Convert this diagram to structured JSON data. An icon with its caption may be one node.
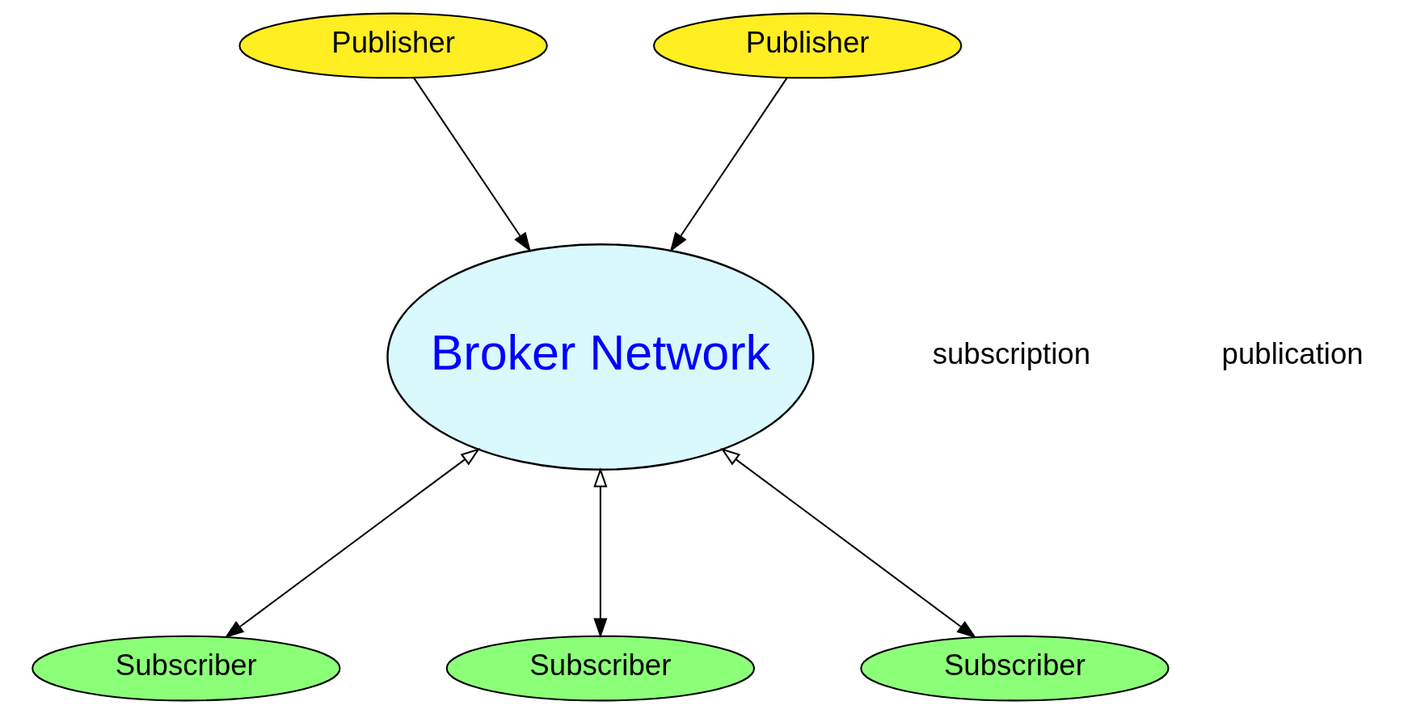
{
  "diagram": {
    "nodes": [
      {
        "text": [
          "Publisher"
        ]
      },
      {
        "text": [
          "Publisher"
        ]
      },
      {
        "text": [
          "Broker Network"
        ]
      },
      {
        "text": [
          "Subscriber"
        ]
      },
      {
        "text": [
          "Subscriber"
        ]
      },
      {
        "text": [
          "Subscriber"
        ]
      }
    ],
    "edges": [
      {
        "from": 0,
        "to": 2,
        "arrow": "to"
      },
      {
        "from": 1,
        "to": 2,
        "arrow": "to"
      },
      {
        "from": 2,
        "to": 3,
        "arrow": "both"
      },
      {
        "from": 2,
        "to": 4,
        "arrow": "both"
      },
      {
        "from": 2,
        "to": 5,
        "arrow": "both"
      }
    ],
    "legend": [
      {
        "text": "subscription"
      },
      {
        "text": "publication"
      }
    ]
  }
}
